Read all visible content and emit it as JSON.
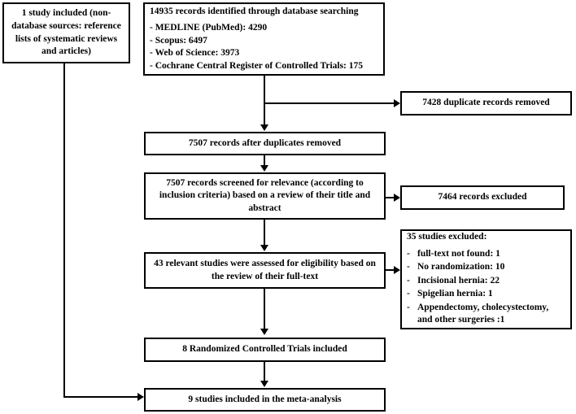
{
  "diagram": {
    "title": "PRISMA study selection flow diagram",
    "type": "flowchart",
    "stroke_color": "#000000",
    "background_color": "#ffffff"
  },
  "boxes": {
    "non_database": {
      "text": "1 study included (non-database sources: reference lists of systematic reviews and articles)"
    },
    "identified": {
      "header": "14935 records identified through database searching",
      "sources": [
        "- MEDLINE (PubMed): 4290",
        "- Scopus: 6497",
        "- Web of Science: 3973",
        "- Cochrane Central Register of Controlled Trials: 175"
      ]
    },
    "duplicates_removed": {
      "text": "7428 duplicate records removed"
    },
    "after_duplicates": {
      "text": "7507 records after duplicates removed"
    },
    "screened": {
      "text": "7507 records screened for relevance (according to inclusion  criteria) based on a review of their title and abstract"
    },
    "records_excluded": {
      "text": "7464 records excluded"
    },
    "studies_excluded": {
      "header": "35 studies excluded:",
      "reasons": [
        "full-text not found: 1",
        "No randomization:  10",
        "Incisional hernia: 22",
        "Spigelian  hernia: 1",
        "Appendectomy, cholecystectomy, and other surgeries :1"
      ],
      "bullet": "-"
    },
    "eligibility": {
      "text": "43 relevant studies were assessed for eligibility  based on the review of their full-text"
    },
    "rcts_included": {
      "text": "8 Randomized  Controlled  Trials included"
    },
    "meta_analysis": {
      "text": "9 studies included in the meta-analysis"
    }
  },
  "chart_data": {
    "type": "flowchart",
    "title": "PRISMA study selection flow diagram",
    "nodes": [
      {
        "id": "non_database",
        "label": "1 study included (non-database sources: reference lists of systematic reviews and articles)",
        "value": 1
      },
      {
        "id": "identified",
        "label": "14935 records identified through database searching",
        "value": 14935
      },
      {
        "id": "duplicates_removed",
        "label": "7428 duplicate records removed",
        "value": 7428
      },
      {
        "id": "after_duplicates",
        "label": "7507 records after duplicates removed",
        "value": 7507
      },
      {
        "id": "screened",
        "label": "7507 records screened for relevance (according to inclusion criteria) based on a review of their title and abstract",
        "value": 7507
      },
      {
        "id": "records_excluded",
        "label": "7464 records excluded",
        "value": 7464
      },
      {
        "id": "eligibility",
        "label": "43 relevant studies were assessed for eligibility based on the review of their full-text",
        "value": 43
      },
      {
        "id": "studies_excluded",
        "label": "35 studies excluded",
        "value": 35
      },
      {
        "id": "rcts_included",
        "label": "8 Randomized Controlled Trials included",
        "value": 8
      },
      {
        "id": "meta_analysis",
        "label": "9 studies included in the meta-analysis",
        "value": 9
      }
    ],
    "sources_breakdown": [
      {
        "name": "MEDLINE (PubMed)",
        "value": 4290
      },
      {
        "name": "Scopus",
        "value": 6497
      },
      {
        "name": "Web of Science",
        "value": 3973
      },
      {
        "name": "Cochrane Central Register of Controlled Trials",
        "value": 175
      }
    ],
    "exclusion_breakdown": [
      {
        "name": "full-text not found",
        "value": 1
      },
      {
        "name": "No randomization",
        "value": 10
      },
      {
        "name": "Incisional hernia",
        "value": 22
      },
      {
        "name": "Spigelian hernia",
        "value": 1
      },
      {
        "name": "Appendectomy, cholecystectomy, and other surgeries",
        "value": 1
      }
    ],
    "edges": [
      {
        "from": "identified",
        "to": "duplicates_removed"
      },
      {
        "from": "identified",
        "to": "after_duplicates"
      },
      {
        "from": "after_duplicates",
        "to": "screened"
      },
      {
        "from": "screened",
        "to": "records_excluded"
      },
      {
        "from": "screened",
        "to": "eligibility"
      },
      {
        "from": "eligibility",
        "to": "studies_excluded"
      },
      {
        "from": "eligibility",
        "to": "rcts_included"
      },
      {
        "from": "rcts_included",
        "to": "meta_analysis"
      },
      {
        "from": "non_database",
        "to": "meta_analysis"
      }
    ]
  }
}
